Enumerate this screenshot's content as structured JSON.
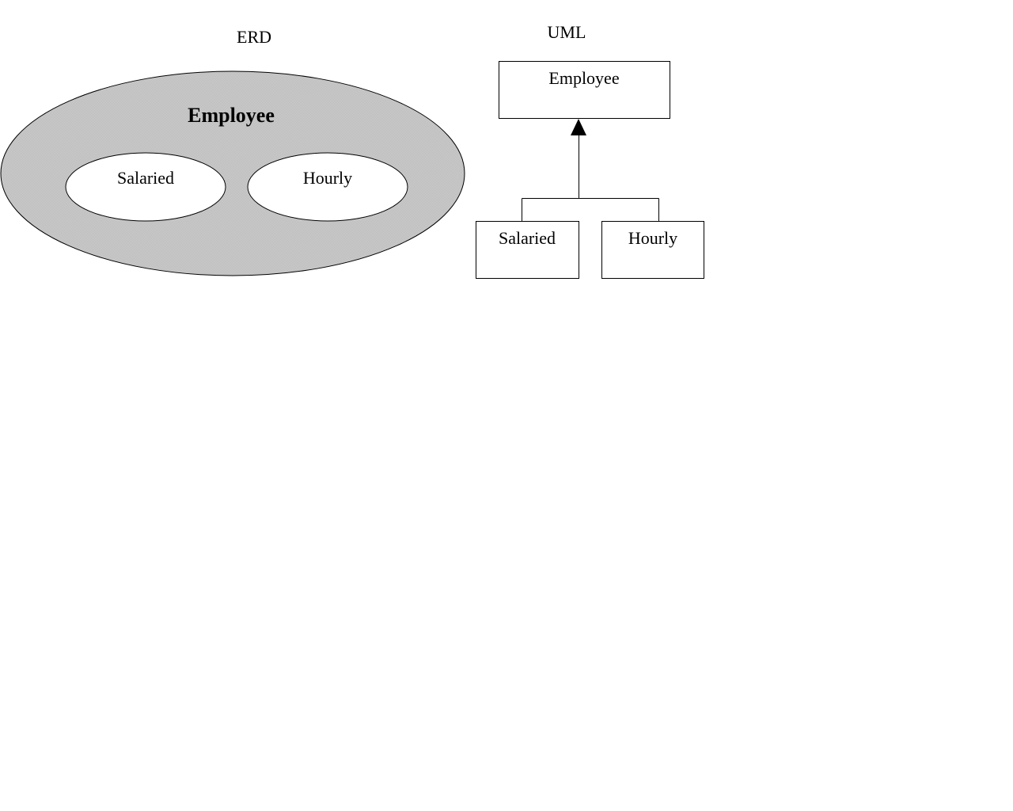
{
  "erd": {
    "title": "ERD",
    "supertype": "Employee",
    "subtypes": [
      "Salaried",
      "Hourly"
    ]
  },
  "uml": {
    "title": "UML",
    "superclass": "Employee",
    "subclasses": [
      "Salaried",
      "Hourly"
    ]
  },
  "colors": {
    "supertype_fill": "#c8c8c8",
    "stroke": "#000000",
    "background": "#ffffff"
  }
}
